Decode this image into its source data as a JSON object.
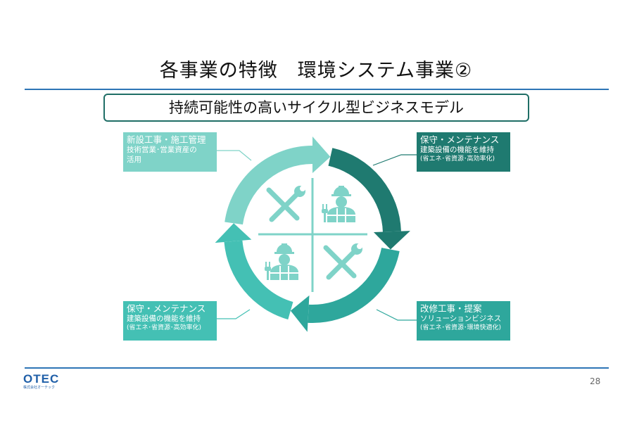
{
  "title": "各事業の特徴　環境システム事業②",
  "subtitle": "持続可能性の高いサイクル型ビジネスモデル",
  "boxes": {
    "top_left": {
      "heading": "新設工事・施工管理",
      "line1": "技術営業･営業資産の",
      "line2": "活用"
    },
    "top_right": {
      "heading": "保守・メンテナンス",
      "line1": "建築設備の機能を維持",
      "line2": "(省エネ･省資源･高効率化)"
    },
    "bottom_left": {
      "heading": "保守・メンテナンス",
      "line1": "建築設備の機能を維持",
      "line2": "(省エネ･省資源･高効率化)"
    },
    "bottom_right": {
      "heading": "改修工事・提案",
      "line1": "ソリューションビジネス",
      "line2": "(省エネ･省資源･環境快適化)"
    }
  },
  "colors": {
    "light": "#7fd3c8",
    "dark": "#1f7a70",
    "mid": "#2ea79c",
    "teal": "#44c0b4",
    "rule": "#2e75b6"
  },
  "logo": {
    "mark": "OTEC",
    "company": "株式会社オーテック"
  },
  "page_number": "28"
}
